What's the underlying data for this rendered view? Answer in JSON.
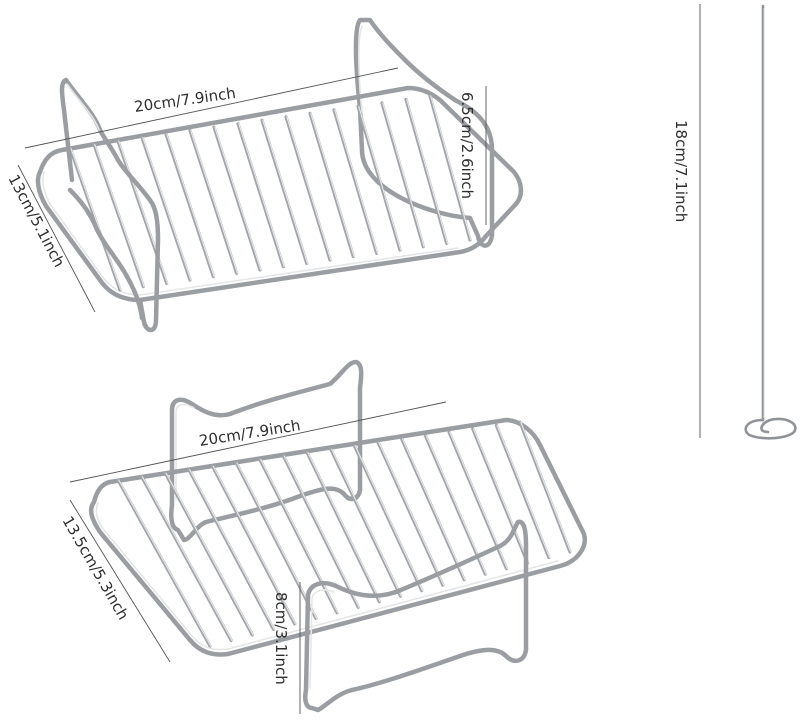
{
  "rack_top": {
    "width_label": "20cm/7.9inch",
    "depth_label": "13cm/5.1inch",
    "height_label": "6.5cm/2.6inch"
  },
  "rack_bottom": {
    "width_label": "20cm/7.9inch",
    "depth_label": "13.5cm/5.3inch",
    "height_label": "8cm/3.1inch"
  },
  "skewer": {
    "length_label": "18cm/7.1inch"
  }
}
